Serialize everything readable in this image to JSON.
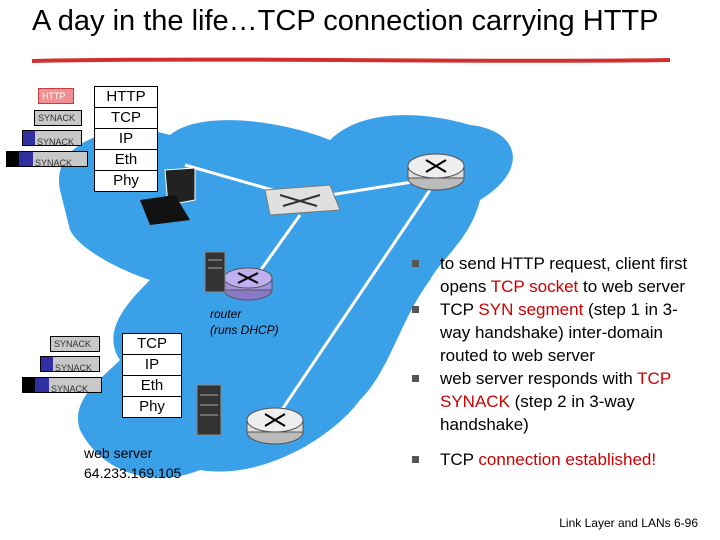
{
  "title": "A day in the life…TCP connection carrying HTTP",
  "colors": {
    "cloud": "#3aa0e8",
    "red": "#cc0000",
    "pkt_synack_fill": "#c8c8c8",
    "pkt_http_fill": "#f09090"
  },
  "client_stack": [
    "HTTP",
    "TCP",
    "IP",
    "Eth",
    "Phy"
  ],
  "server_stack": [
    "TCP",
    "IP",
    "Eth",
    "Phy"
  ],
  "client_packets": [
    "HTTP",
    "SYNACK",
    "SYNACK",
    "SYNACK"
  ],
  "server_packets": [
    "SYNACK",
    "SYNACK",
    "SYNACK"
  ],
  "router_label": [
    "router",
    "(runs DHCP)"
  ],
  "server_label": [
    "web server",
    "64.233.169.105"
  ],
  "bullets": [
    {
      "parts": [
        {
          "t": "to send HTTP request, client first opens ",
          "red": false
        },
        {
          "t": "TCP socket",
          "red": true
        },
        {
          "t": " to web server",
          "red": false
        }
      ]
    },
    {
      "parts": [
        {
          "t": "TCP ",
          "red": false
        },
        {
          "t": "SYN segment",
          "red": true
        },
        {
          "t": " (step 1 in 3-way handshake) inter-domain routed to web server",
          "red": false
        }
      ]
    },
    {
      "parts": [
        {
          "t": "web server responds with ",
          "red": false
        },
        {
          "t": "TCP SYNACK",
          "red": true
        },
        {
          "t": " (step 2 in 3-way handshake)",
          "red": false
        }
      ]
    },
    {
      "parts": [
        {
          "t": "TCP ",
          "red": false
        },
        {
          "t": "connection established!",
          "red": true
        }
      ]
    }
  ],
  "footer": "Link Layer and LANs  6-96",
  "icons": [
    "laptop-icon",
    "switch-icon",
    "router-icon",
    "server-icon"
  ]
}
